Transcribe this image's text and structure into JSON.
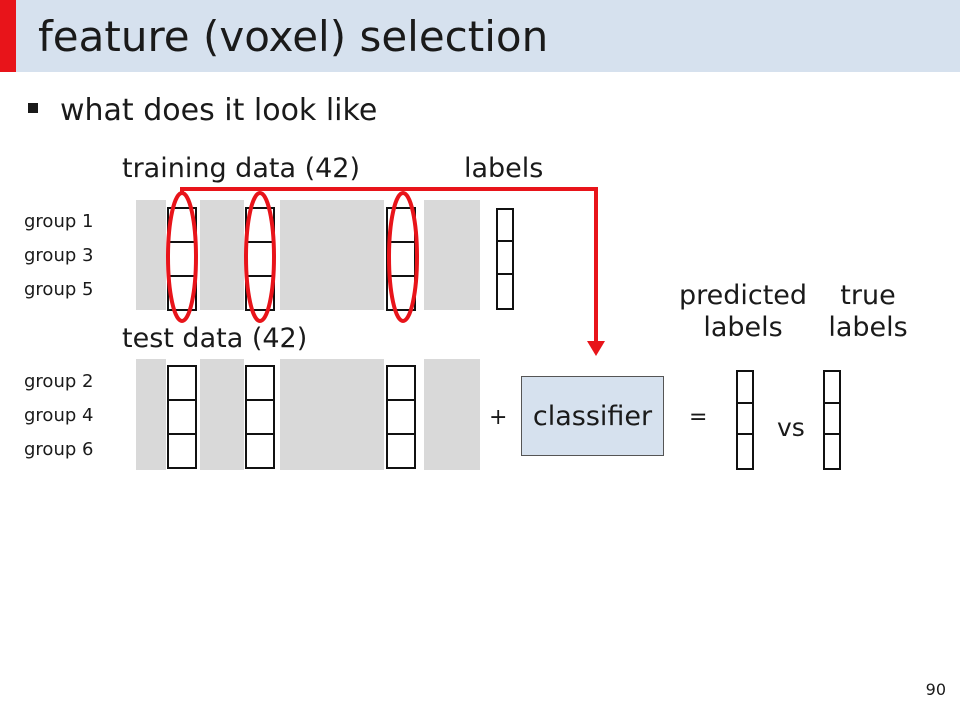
{
  "slide": {
    "title": "feature (voxel) selection",
    "bullet": "what does it look like",
    "page_number": "90"
  },
  "training": {
    "label": "training data (42)",
    "groups": [
      "group 1",
      "group 3",
      "group 5"
    ]
  },
  "labels_header": "labels",
  "test": {
    "label": "test data (42)",
    "groups": [
      "group 2",
      "group 4",
      "group 6"
    ]
  },
  "pipeline": {
    "plus": "+",
    "classifier": "classifier",
    "equals": "=",
    "predicted_line1": "predicted",
    "predicted_line2": "labels",
    "true_line1": "true",
    "true_line2": "labels",
    "vs": "vs"
  },
  "colors": {
    "title_bar": "#d6e1ee",
    "accent": "#e8141a",
    "data_gray": "#d9d9d9",
    "classifier_fill": "#d6e1ee",
    "selection": "#e8141a"
  }
}
